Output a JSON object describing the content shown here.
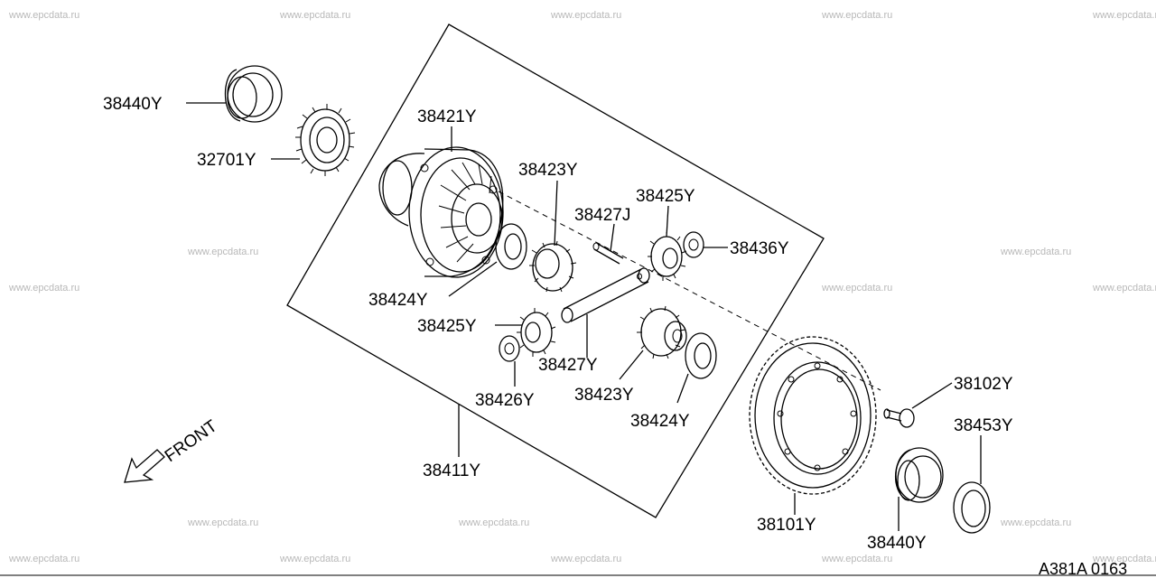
{
  "watermark": "www.epcdata.ru",
  "diagram_code": "A381A 0163",
  "front_label": "FRONT",
  "parts": {
    "p38440_top": "38440Y",
    "p32701": "32701Y",
    "p38421": "38421Y",
    "p38423_top": "38423Y",
    "p38425_right": "38425Y",
    "p38427J": "38427J",
    "p38436": "38436Y",
    "p38424_left": "38424Y",
    "p38425_left": "38425Y",
    "p38427_bottom": "38427Y",
    "p38426": "38426Y",
    "p38423_bottom": "38423Y",
    "p38424_bottom": "38424Y",
    "p38411": "38411Y",
    "p38102": "38102Y",
    "p38453": "38453Y",
    "p38101": "38101Y",
    "p38440_bottom": "38440Y"
  }
}
